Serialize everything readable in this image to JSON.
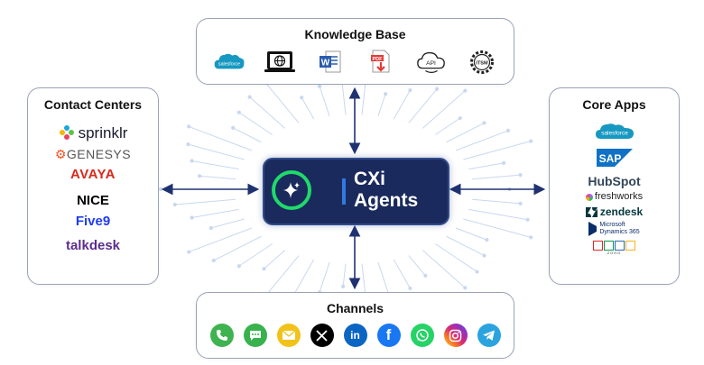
{
  "knowledge_base": {
    "title": "Knowledge Base",
    "icons": [
      {
        "name": "salesforce-icon",
        "text": "salesforce",
        "color": "#1798c1"
      },
      {
        "name": "web-browser-icon",
        "text": ""
      },
      {
        "name": "word-document-icon",
        "text": "W",
        "color": "#2b5cad"
      },
      {
        "name": "pdf-download-icon",
        "text": "PDF",
        "color": "#e53935"
      },
      {
        "name": "cloud-api-icon",
        "text": "API"
      },
      {
        "name": "itsm-gear-icon",
        "text": "ITSM"
      }
    ]
  },
  "contact_centers": {
    "title": "Contact Centers",
    "logos": [
      {
        "name": "sprinklr-logo",
        "text": "sprinklr",
        "color": "#1a1a2e"
      },
      {
        "name": "genesys-logo",
        "text": "GENESYS",
        "color": "#ff4f1f"
      },
      {
        "name": "avaya-logo",
        "text": "AVAYA",
        "color": "#da291c"
      },
      {
        "name": "nice-logo",
        "text": "NICE",
        "color": "#000000"
      },
      {
        "name": "five9-logo",
        "text": "Five9",
        "color": "#1e3cf0"
      },
      {
        "name": "talkdesk-logo",
        "text": "talkdesk",
        "color": "#5b2d8e"
      }
    ]
  },
  "core_apps": {
    "title": "Core Apps",
    "logos": [
      {
        "name": "salesforce-logo",
        "text": "salesforce",
        "color": "#1798c1"
      },
      {
        "name": "sap-logo",
        "text": "SAP",
        "color": "#0f72c5"
      },
      {
        "name": "hubspot-logo",
        "text": "HubSpot",
        "color": "#33475b"
      },
      {
        "name": "freshworks-logo",
        "text": "freshworks",
        "color": "#222222"
      },
      {
        "name": "zendesk-logo",
        "text": "zendesk",
        "color": "#03363d"
      },
      {
        "name": "microsoft-dynamics-logo",
        "line1": "Microsoft",
        "line2": "Dynamics 365",
        "color": "#0b2d6a"
      },
      {
        "name": "zoho-logo",
        "text": "ZOHO",
        "color": "#e42527"
      }
    ]
  },
  "channels": {
    "title": "Channels",
    "icons": [
      {
        "name": "phone-icon",
        "color": "#3fb34f"
      },
      {
        "name": "chat-icon",
        "color": "#37b24d"
      },
      {
        "name": "email-icon",
        "color": "#f2c21b"
      },
      {
        "name": "x-twitter-icon",
        "color": "#000000"
      },
      {
        "name": "linkedin-icon",
        "color": "#0a66c2",
        "text": "in"
      },
      {
        "name": "facebook-icon",
        "color": "#1877f2",
        "text": "f"
      },
      {
        "name": "whatsapp-icon",
        "color": "#25d366"
      },
      {
        "name": "instagram-icon",
        "color": "#d62976"
      },
      {
        "name": "telegram-icon",
        "color": "#2aa3df"
      }
    ]
  },
  "center": {
    "line1": "CXi",
    "line2": "Agents",
    "ring_color": "#20d96a",
    "box_color": "#1b2a5c"
  },
  "colors": {
    "arrow": "#1f3270",
    "card_border": "#9aa3b8",
    "circuit": "#c9d8ef"
  }
}
